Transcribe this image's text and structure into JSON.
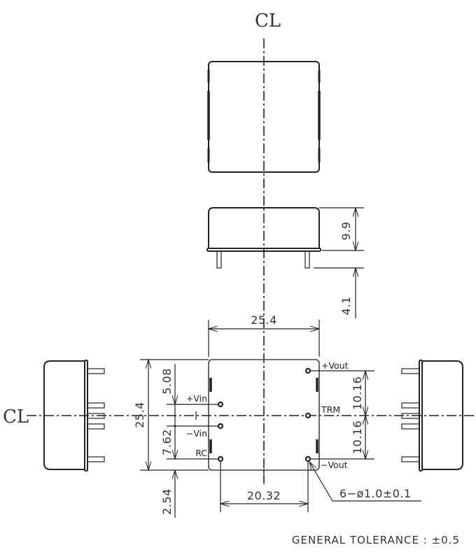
{
  "drawing": {
    "centerline_symbol": "℄",
    "centerline_symbol_text": "CL",
    "views": [
      "top-view",
      "front-view",
      "pin-side-view",
      "left-side-view",
      "right-side-view"
    ]
  },
  "dimensions": {
    "height_body": "9.9",
    "pin_length": "4.1",
    "width_top": "25.4",
    "height_left": "25.4",
    "pin_offset_top": "5.08",
    "pin_spacing_vin": "7.62",
    "pin_offset_bottom": "2.54",
    "pin_spacing_horizontal": "20.32",
    "vout_spacing_upper": "10.16",
    "vout_spacing_lower": "10.16",
    "pin_diameter": "6−ø1.0±0.1"
  },
  "pins": {
    "vin_plus": "+Vin",
    "vin_minus": "−Vin",
    "rc": "RC",
    "vout_plus": "+Vout",
    "trm": "TRM",
    "vout_minus": "−Vout"
  },
  "notes": {
    "general_tolerance": "GENERAL TOLERANCE : ±0.5"
  }
}
